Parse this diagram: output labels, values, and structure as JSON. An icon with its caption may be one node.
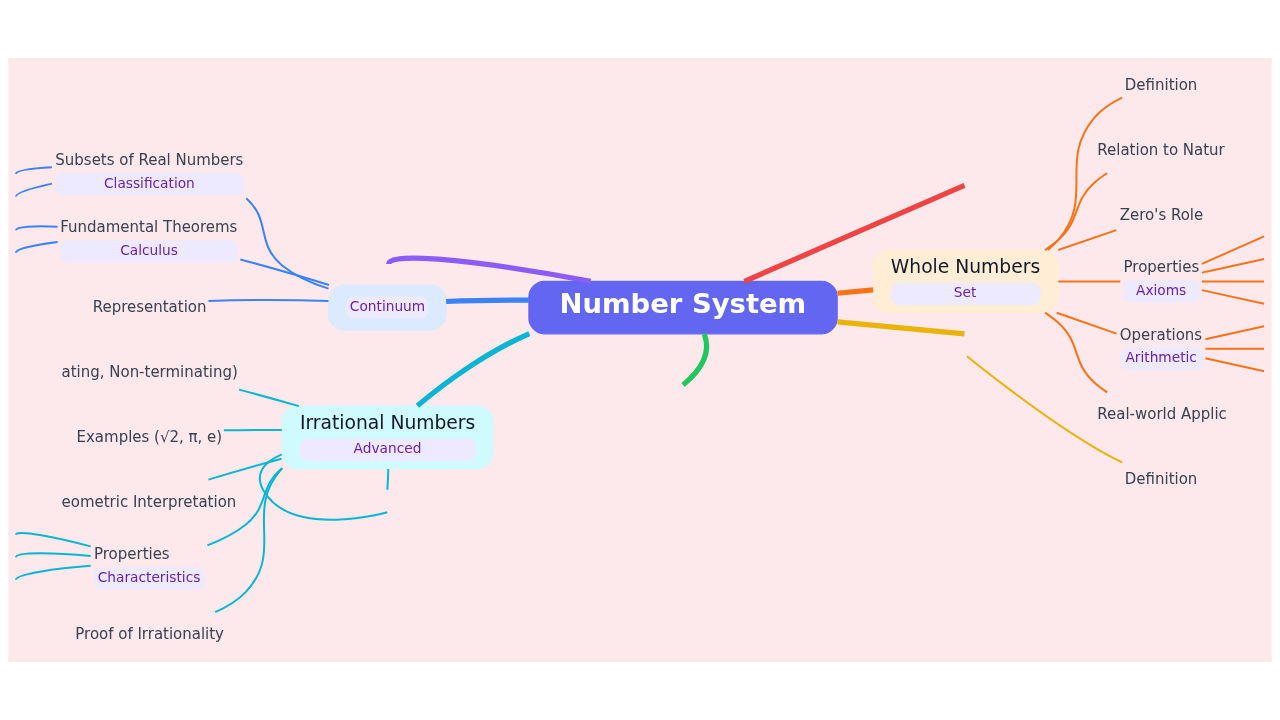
{
  "diagram": {
    "nodes": [
      {
        "text": [
          "Number System"
        ]
      },
      {
        "text": [
          "Continuum"
        ]
      },
      {
        "text": [
          "Subsets of Real Numbers",
          "Classification"
        ]
      },
      {
        "text": [
          "Fundamental Theorems",
          "Calculus"
        ]
      },
      {
        "text": [
          "Representation"
        ]
      },
      {
        "text": [
          "Irrational Numbers",
          "Advanced"
        ]
      },
      {
        "text": [
          "ating, Non-terminating)"
        ]
      },
      {
        "text": [
          "Examples (√2, π, e)"
        ]
      },
      {
        "text": [
          "eometric Interpretation"
        ]
      },
      {
        "text": [
          "Properties",
          "Characteristics"
        ]
      },
      {
        "text": [
          "Proof of Irrationality"
        ]
      },
      {
        "text": [
          "Whole Numbers",
          "Set"
        ]
      },
      {
        "text": [
          "Definition"
        ]
      },
      {
        "text": [
          "Relation to Natur"
        ]
      },
      {
        "text": [
          "Zero's Role"
        ]
      },
      {
        "text": [
          "Properties",
          "Axioms"
        ]
      },
      {
        "text": [
          "Operations",
          "Arithmetic"
        ]
      },
      {
        "text": [
          "Real-world Applic"
        ]
      },
      {
        "text": [
          "Definition"
        ]
      }
    ],
    "edges": [
      {
        "from": 0,
        "to": 1,
        "arrow": "none",
        "style": "thick",
        "color": "#3b82f6"
      },
      {
        "from": 0,
        "to": null,
        "arrow": "none",
        "style": "thick",
        "color": "#ef4444"
      },
      {
        "from": 0,
        "to": null,
        "arrow": "none",
        "style": "thick",
        "color": "#8b5cf6"
      },
      {
        "from": 0,
        "to": 11,
        "arrow": "none",
        "style": "thick",
        "color": "#f97316"
      },
      {
        "from": 0,
        "to": null,
        "arrow": "none",
        "style": "thick",
        "color": "#eab308"
      },
      {
        "from": 0,
        "to": null,
        "arrow": "none",
        "style": "thick",
        "color": "#22c55e"
      },
      {
        "from": 0,
        "to": 5,
        "arrow": "none",
        "style": "thick",
        "color": "#06b6d4"
      },
      {
        "from": 1,
        "to": 2,
        "arrow": "none",
        "color": "#3b82f6"
      },
      {
        "from": 1,
        "to": 3,
        "arrow": "none",
        "color": "#3b82f6"
      },
      {
        "from": 1,
        "to": 4,
        "arrow": "none",
        "color": "#3b82f6"
      },
      {
        "from": 2,
        "to": null,
        "arrow": "none",
        "color": "#3b82f6"
      },
      {
        "from": 2,
        "to": null,
        "arrow": "none",
        "color": "#3b82f6"
      },
      {
        "from": 3,
        "to": null,
        "arrow": "none",
        "color": "#3b82f6"
      },
      {
        "from": 3,
        "to": null,
        "arrow": "none",
        "color": "#3b82f6"
      },
      {
        "from": 5,
        "to": 6,
        "arrow": "none",
        "color": "#06b6d4"
      },
      {
        "from": 5,
        "to": 7,
        "arrow": "none",
        "color": "#06b6d4"
      },
      {
        "from": 5,
        "to": 8,
        "arrow": "none",
        "color": "#06b6d4"
      },
      {
        "from": 5,
        "to": 9,
        "arrow": "none",
        "color": "#06b6d4"
      },
      {
        "from": 5,
        "to": 10,
        "arrow": "none",
        "color": "#06b6d4"
      },
      {
        "from": 5,
        "to": null,
        "arrow": "none",
        "color": "#06b6d4"
      },
      {
        "from": 5,
        "to": null,
        "arrow": "none",
        "color": "#06b6d4"
      },
      {
        "from": 9,
        "to": null,
        "arrow": "none",
        "color": "#06b6d4"
      },
      {
        "from": 9,
        "to": null,
        "arrow": "none",
        "color": "#06b6d4"
      },
      {
        "from": 9,
        "to": null,
        "arrow": "none",
        "color": "#06b6d4"
      },
      {
        "from": 11,
        "to": 12,
        "arrow": "none",
        "color": "#f97316"
      },
      {
        "from": 11,
        "to": 13,
        "arrow": "none",
        "color": "#f97316"
      },
      {
        "from": 11,
        "to": 14,
        "arrow": "none",
        "color": "#f97316"
      },
      {
        "from": 11,
        "to": 15,
        "arrow": "none",
        "color": "#f97316"
      },
      {
        "from": 11,
        "to": 16,
        "arrow": "none",
        "color": "#f97316"
      },
      {
        "from": 11,
        "to": 17,
        "arrow": "none",
        "color": "#f97316"
      },
      {
        "from": 15,
        "to": null,
        "arrow": "none",
        "color": "#f97316"
      },
      {
        "from": 15,
        "to": null,
        "arrow": "none",
        "color": "#f97316"
      },
      {
        "from": 15,
        "to": null,
        "arrow": "none",
        "color": "#f97316"
      },
      {
        "from": 15,
        "to": null,
        "arrow": "none",
        "color": "#f97316"
      },
      {
        "from": 16,
        "to": null,
        "arrow": "none",
        "color": "#f97316"
      },
      {
        "from": 16,
        "to": null,
        "arrow": "none",
        "color": "#f97316"
      },
      {
        "from": 16,
        "to": null,
        "arrow": "none",
        "color": "#f97316"
      },
      {
        "from": null,
        "to": 18,
        "arrow": "none",
        "color": "#eab308"
      }
    ]
  }
}
